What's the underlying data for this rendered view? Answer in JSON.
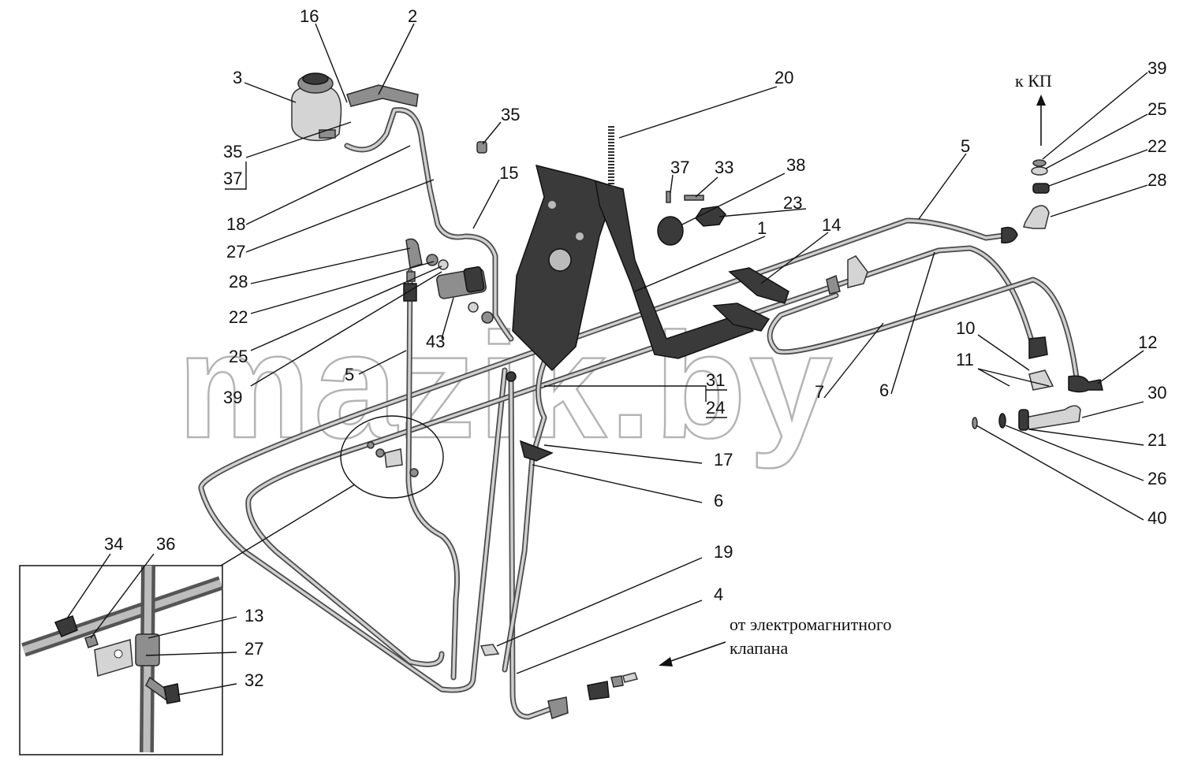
{
  "diagram": {
    "watermark": "mazik.by",
    "captions": {
      "to_gearbox": "к КП",
      "from_valve_line1": "от электромагнитного",
      "from_valve_line2": "клапана"
    },
    "part_numbers": [
      "16",
      "2",
      "3",
      "35",
      "37",
      "18",
      "27",
      "28",
      "22",
      "25",
      "39",
      "5",
      "43",
      "15",
      "35",
      "20",
      "37",
      "33",
      "38",
      "23",
      "1",
      "14",
      "5",
      "6",
      "7",
      "10",
      "11",
      "12",
      "30",
      "21",
      "26",
      "40",
      "39",
      "25",
      "22",
      "28",
      "31",
      "24",
      "17",
      "6",
      "19",
      "4",
      "34",
      "36",
      "13",
      "27",
      "32"
    ]
  }
}
